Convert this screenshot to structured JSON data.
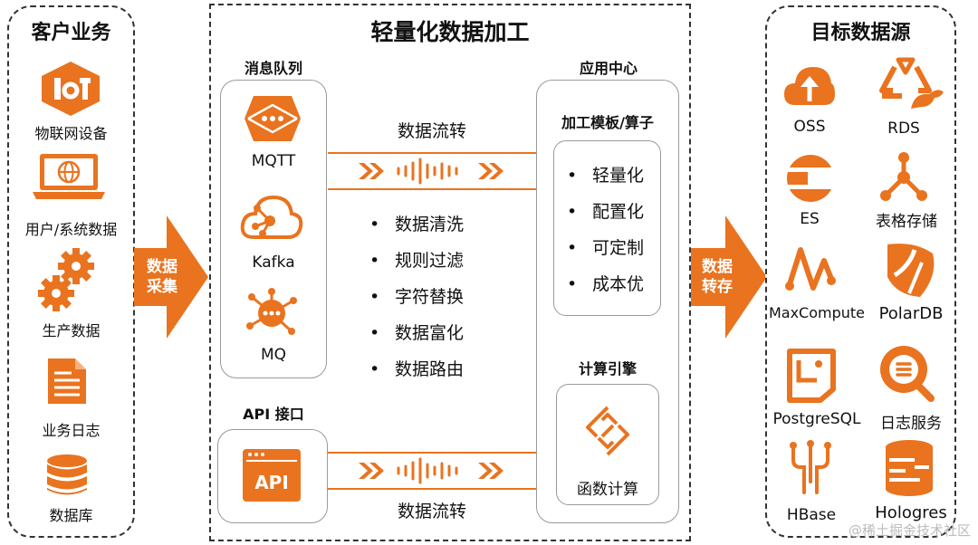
{
  "left": {
    "title": "客户业务",
    "items": [
      {
        "label": "物联网设备",
        "icon": "iot-icon"
      },
      {
        "label": "用户/系统数据",
        "icon": "laptop-globe-icon"
      },
      {
        "label": "生产数据",
        "icon": "gears-icon"
      },
      {
        "label": "业务日志",
        "icon": "document-icon"
      },
      {
        "label": "数据库",
        "icon": "database-icon"
      }
    ]
  },
  "arrow_collect": "数据\n采集",
  "arrow_store": "数据\n转存",
  "middle": {
    "title": "轻量化数据加工",
    "queue_title": "消息队列",
    "queues": [
      {
        "label": "MQTT",
        "icon": "mqtt-icon"
      },
      {
        "label": "Kafka",
        "icon": "kafka-cloud-icon"
      },
      {
        "label": "MQ",
        "icon": "mq-icon"
      }
    ],
    "api_title": "API 接口",
    "api_label": "API",
    "flow_label_top": "数据流转",
    "flow_label_bottom": "数据流转",
    "processing": [
      "数据清洗",
      "规则过滤",
      "字符替换",
      "数据富化",
      "数据路由"
    ],
    "app_center_title": "应用中心",
    "template_title": "加工模板/算子",
    "template_items": [
      "轻量化",
      "配置化",
      "可定制",
      "成本优"
    ],
    "compute_title": "计算引擎",
    "compute_label": "函数计算"
  },
  "right": {
    "title": "目标数据源",
    "items": [
      {
        "label": "OSS",
        "icon": "oss-icon"
      },
      {
        "label": "RDS",
        "icon": "rds-icon"
      },
      {
        "label": "ES",
        "icon": "es-icon"
      },
      {
        "label": "表格存储",
        "icon": "table-store-icon"
      },
      {
        "label": "MaxCompute",
        "icon": "maxcompute-icon"
      },
      {
        "label": "PolarDB",
        "icon": "polardb-icon"
      },
      {
        "label": "PostgreSQL",
        "icon": "postgresql-icon"
      },
      {
        "label": "日志服务",
        "icon": "log-service-icon"
      },
      {
        "label": "HBase",
        "icon": "hbase-icon"
      },
      {
        "label": "Hologres",
        "icon": "hologres-icon"
      }
    ]
  },
  "watermark": "@稀土掘金技术社区",
  "colors": {
    "accent": "#e9731f",
    "border": "#333333"
  }
}
